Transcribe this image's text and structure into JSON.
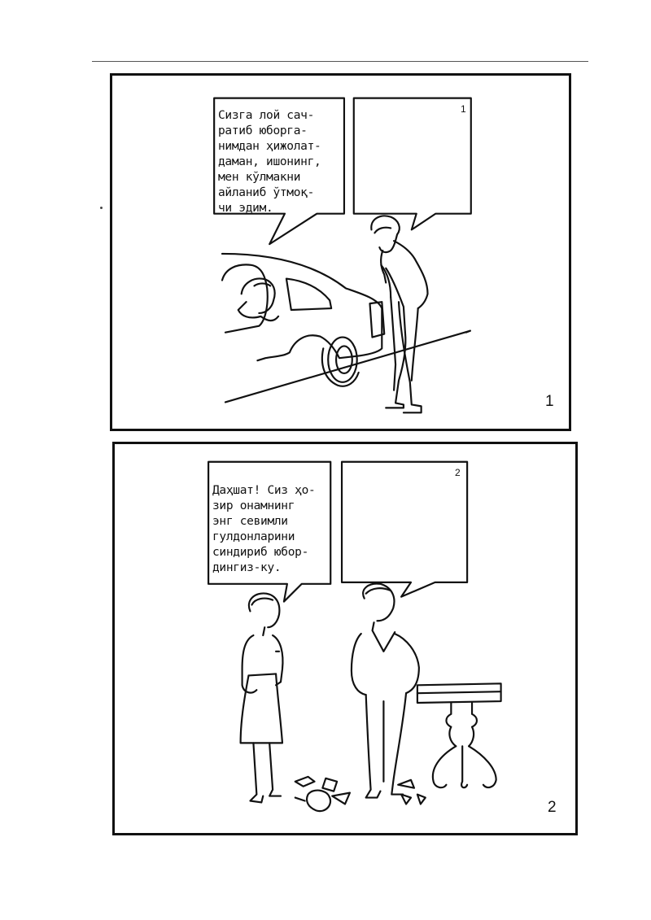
{
  "panels": [
    {
      "bubble_text": "Сизга лой сач-\nратиб юборга-\nнимдан ҳижолат-\nдаман, ишонинг,\nмен кўлмакни\nайланиб ўтмоқ-\nчи эдим.",
      "corner_number": "1",
      "panel_number": "1"
    },
    {
      "bubble_text": "Даҳшат! Сиз ҳо-\nзир онамнинг\nэнг севимли\nгулдонларини\nсиндириб юбор-\nдингиз-ку.",
      "corner_number": "2",
      "panel_number": "2"
    }
  ]
}
